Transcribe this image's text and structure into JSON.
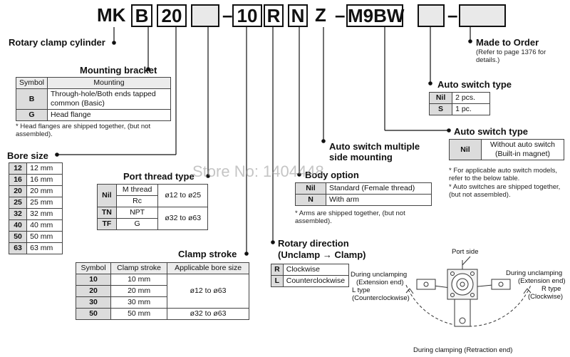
{
  "code": {
    "prefix": "MK",
    "b": "B",
    "bore": "20",
    "dash1": "–",
    "stroke": "10",
    "r": "R",
    "n": "N",
    "z": "Z",
    "dash2": "–",
    "switch": "M9BW",
    "dash3": "–"
  },
  "rotary_clamp": {
    "title": "Rotary clamp cylinder"
  },
  "mounting": {
    "title": "Mounting bracket",
    "headers": [
      "Symbol",
      "Mounting"
    ],
    "rows": [
      [
        "B",
        "Through-hole/Both ends tapped common (Basic)"
      ],
      [
        "G",
        "Head flange"
      ]
    ],
    "note": "* Head flanges are shipped together, (but not assembled)."
  },
  "bore": {
    "title": "Bore size",
    "rows": [
      [
        "12",
        "12 mm"
      ],
      [
        "16",
        "16 mm"
      ],
      [
        "20",
        "20 mm"
      ],
      [
        "25",
        "25 mm"
      ],
      [
        "32",
        "32 mm"
      ],
      [
        "40",
        "40 mm"
      ],
      [
        "50",
        "50 mm"
      ],
      [
        "63",
        "63 mm"
      ]
    ]
  },
  "port": {
    "title": "Port thread type",
    "rows": [
      [
        "Nil",
        "M thread",
        "ø12 to ø25"
      ],
      [
        "",
        "Rc",
        ""
      ],
      [
        "TN",
        "NPT",
        "ø32 to ø63"
      ],
      [
        "TF",
        "G",
        ""
      ]
    ]
  },
  "clamp": {
    "title": "Clamp stroke",
    "headers": [
      "Symbol",
      "Clamp stroke",
      "Applicable bore size"
    ],
    "rows": [
      [
        "10",
        "10 mm",
        "ø12 to ø63"
      ],
      [
        "20",
        "20 mm",
        ""
      ],
      [
        "30",
        "30 mm",
        ""
      ],
      [
        "50",
        "50 mm",
        "ø32 to ø63"
      ]
    ]
  },
  "made_to_order": {
    "title": "Made to Order",
    "note": "(Refer to page 1376 for details.)"
  },
  "auto_count": {
    "title": "Auto switch type",
    "rows": [
      [
        "Nil",
        "2 pcs."
      ],
      [
        "S",
        "1 pc."
      ]
    ]
  },
  "auto_type": {
    "title": "Auto switch type",
    "rows": [
      [
        "Nil",
        "Without auto switch (Built-in magnet)"
      ]
    ],
    "note1": "* For applicable auto switch models, refer to the below table.",
    "note2": "* Auto switches are shipped together, (but not assembled)."
  },
  "multi_side": {
    "title": "Auto switch multiple side mounting"
  },
  "body": {
    "title": "Body option",
    "rows": [
      [
        "Nil",
        "Standard (Female thread)"
      ],
      [
        "N",
        "With arm"
      ]
    ],
    "note": "* Arms are shipped together, (but not assembled)."
  },
  "rotary": {
    "title": "Rotary direction",
    "subtitle": "(Unclamp → Clamp)",
    "rows": [
      [
        "R",
        "Clockwise"
      ],
      [
        "L",
        "Counterclockwise"
      ]
    ]
  },
  "figure": {
    "port_side": "Port side",
    "left_a": "During unclamping",
    "left_b": "(Extension end)",
    "left_c": "L type",
    "left_d": "(Counterclockwise)",
    "right_a": "During unclamping",
    "right_b": "(Extension end)",
    "right_c": "R type",
    "right_d": "(Clockwise)",
    "bottom": "During clamping (Retraction end)"
  },
  "watermark": "Store No: 1404448"
}
